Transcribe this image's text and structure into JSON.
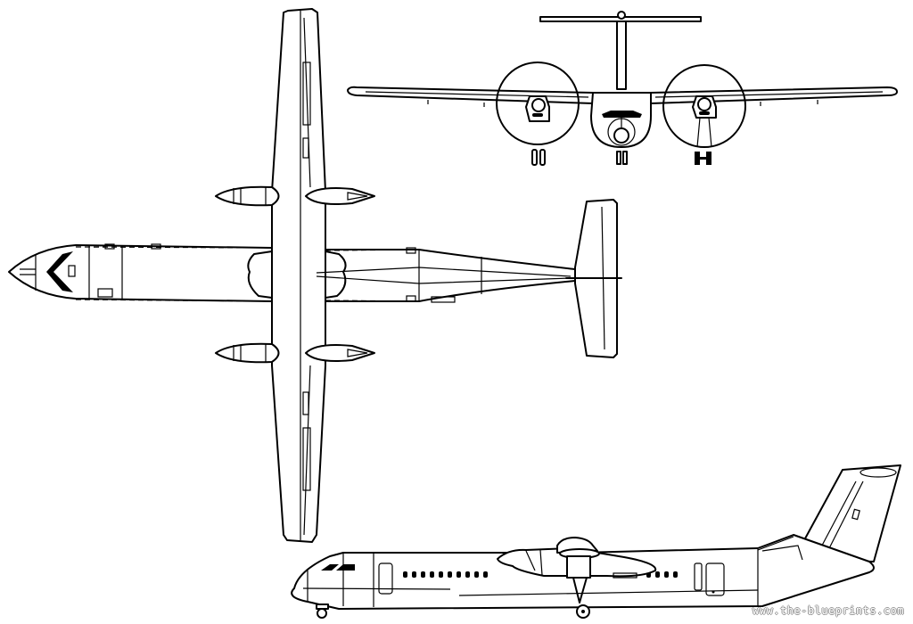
{
  "drawing": {
    "subject": "twin-turboprop high-wing airliner three-view",
    "style": "black line art on white",
    "colors": {
      "line": "#000000",
      "background": "#ffffff"
    },
    "views": [
      {
        "id": "top-view",
        "label": "plan view (top)"
      },
      {
        "id": "front-view",
        "label": "front elevation"
      },
      {
        "id": "side-view",
        "label": "side elevation (left)"
      }
    ],
    "side_view": {
      "passenger_windows_forward": 10,
      "passenger_windows_aft": 4
    }
  },
  "watermark": {
    "text": "www.the-blueprints.com"
  }
}
